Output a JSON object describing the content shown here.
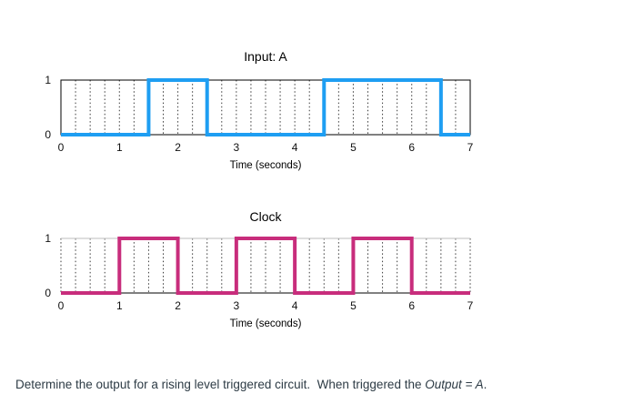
{
  "colors": {
    "input_a_line": "#1e9ef2",
    "clock_line": "#c82d7c",
    "grid_line": "#3a3a3a",
    "axis_line": "#000000",
    "clock_top_line": "#c9c9c9",
    "caption_text": "#2d3b45"
  },
  "chart_data": [
    {
      "type": "line",
      "subtype": "digital-timing-step",
      "title": "Input: A",
      "xlabel": "Time (seconds)",
      "xlim": [
        0,
        7
      ],
      "ylim": [
        0,
        1
      ],
      "x_ticks": [
        0,
        1,
        2,
        3,
        4,
        5,
        6,
        7
      ],
      "y_ticks": [
        1,
        0
      ],
      "grid": true,
      "grid_step": 0.25,
      "frame": "box",
      "legend": "none",
      "series": [
        {
          "name": "input-a",
          "color": "#1e9ef2",
          "line_width": 4,
          "x": [
            0,
            1.5,
            1.5,
            2.5,
            2.5,
            4.5,
            4.5,
            6.5,
            6.5,
            7
          ],
          "y": [
            0,
            0,
            1,
            1,
            0,
            0,
            1,
            1,
            0,
            0
          ]
        }
      ]
    },
    {
      "type": "line",
      "subtype": "digital-timing-step",
      "title": "Clock",
      "xlabel": "Time (seconds)",
      "xlim": [
        0,
        7
      ],
      "ylim": [
        0,
        1
      ],
      "x_ticks": [
        0,
        1,
        2,
        3,
        4,
        5,
        6,
        7
      ],
      "y_ticks": [
        1,
        0
      ],
      "grid": true,
      "grid_step": 0.25,
      "frame": "axis",
      "legend": "none",
      "series": [
        {
          "name": "clock",
          "color": "#c82d7c",
          "line_width": 4,
          "x": [
            0,
            1,
            1,
            2,
            2,
            3,
            3,
            4,
            4,
            5,
            5,
            6,
            6,
            7
          ],
          "y": [
            0,
            0,
            1,
            1,
            0,
            0,
            1,
            1,
            0,
            0,
            1,
            1,
            0,
            0
          ]
        }
      ]
    }
  ],
  "caption": {
    "before_italic": "Determine the output for a rising level triggered circuit.  When triggered the ",
    "italic": "Output = A",
    "after_italic": "."
  }
}
